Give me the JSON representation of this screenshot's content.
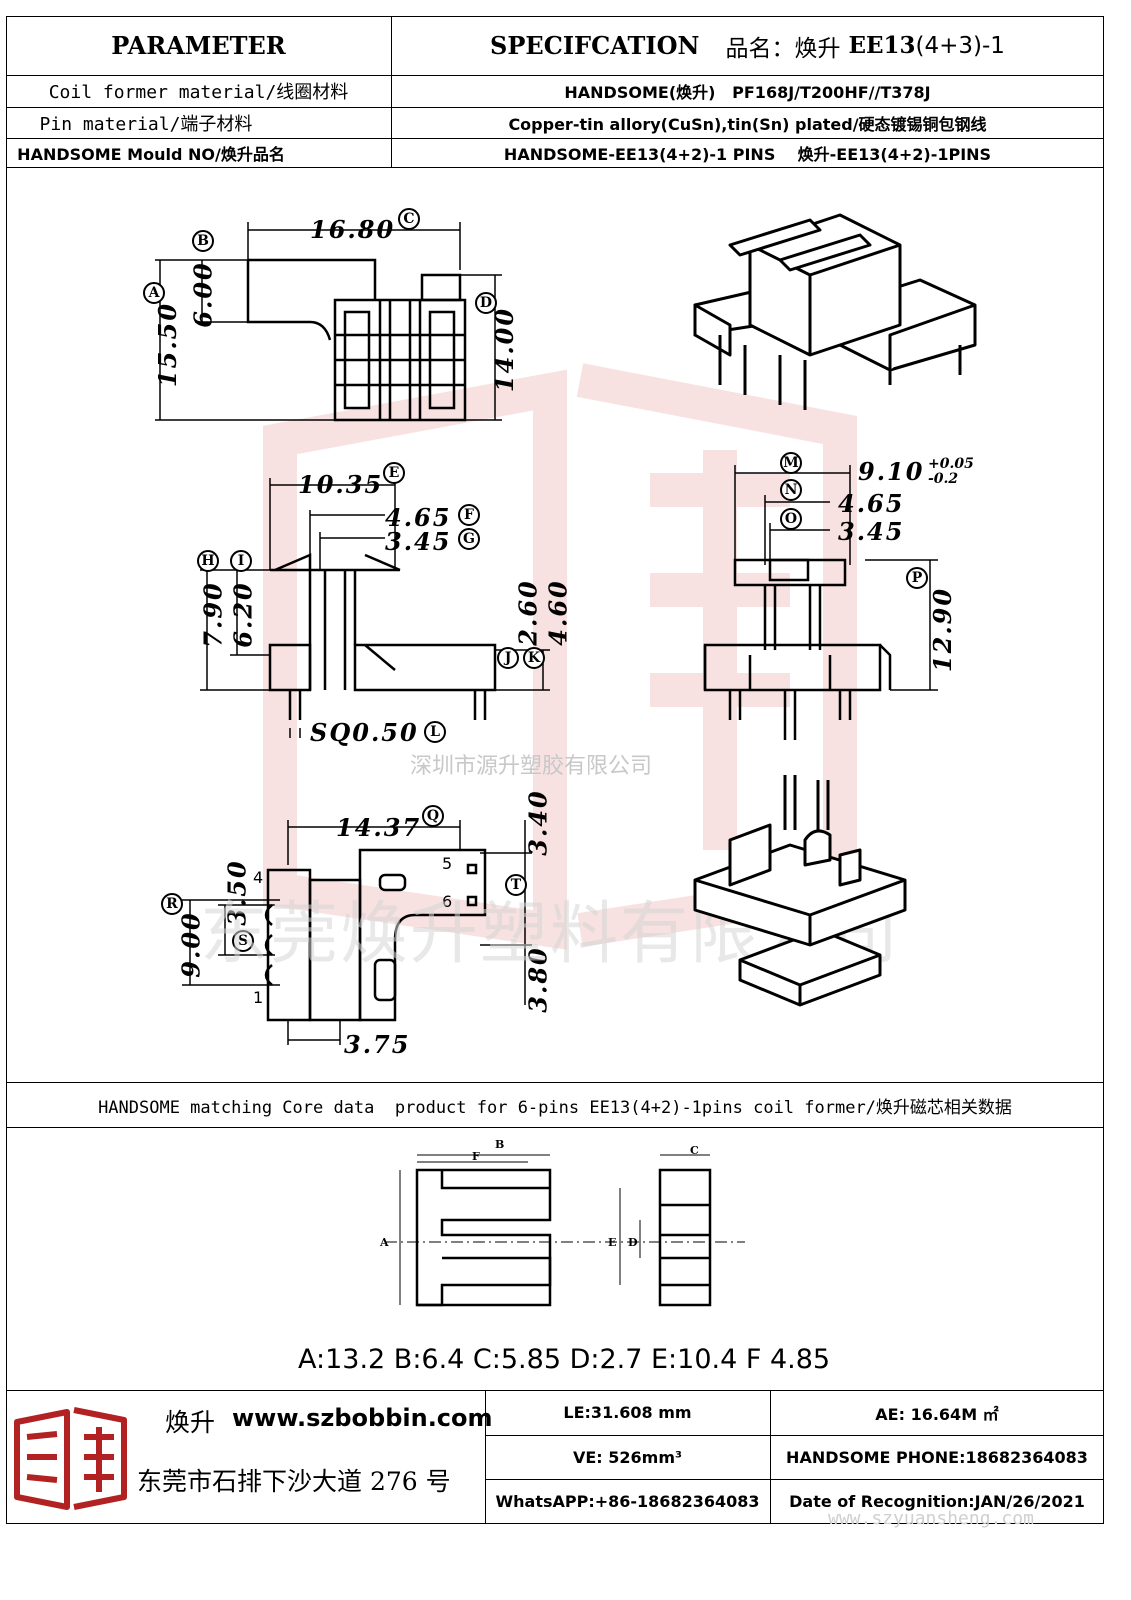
{
  "header": {
    "parameter": "PARAMETER",
    "specification": "SPECIFCATION",
    "product_name_label": "品名：焕升",
    "product_model": "EE13",
    "product_suffix": "(4+3)-1"
  },
  "spec_rows": [
    {
      "label": "Coil former material/线圈材料",
      "value": "HANDSOME(焕升)   PF168J/T200HF//T378J"
    },
    {
      "label": "Pin material/端子材料",
      "value": "Copper-tin allory(CuSn),tin(Sn) plated/硬态镀锡铜包钢线"
    },
    {
      "label": "HANDSOME Mould NO/焕升品名",
      "value": "HANDSOME-EE13(4+2)-1 PINS    焕升-EE13(4+2)-1PINS"
    }
  ],
  "drawing": {
    "dims": {
      "A": "15.50",
      "B": "6.00",
      "C": "16.80",
      "D": "14.00",
      "E": "10.35",
      "F": "4.65",
      "G": "3.45",
      "H": "7.90",
      "I": "6.20",
      "J": "2.60",
      "K": "4.60",
      "L": "SQ0.50",
      "M": "9.10",
      "M_tol_plus": "+0.05",
      "M_tol_minus": "-0.2",
      "N": "4.65",
      "O": "3.45",
      "P": "12.90",
      "Q": "14.37",
      "Q_side": "3.40",
      "R": "9.00",
      "S": "3.50",
      "T_bottom": "3.80",
      "bottom": "3.75"
    },
    "pin_numbers": [
      "4",
      "1",
      "5",
      "6"
    ],
    "watermark_company": "深圳市源升塑胶有限公司",
    "watermark_big": "东莞焕升塑料有限公司"
  },
  "core_section": {
    "title": "HANDSOME matching Core data  product for 6-pins EE13(4+2)-1pins coil former/焕升磁芯相关数据",
    "core_labels": [
      "A",
      "B",
      "C",
      "D",
      "E",
      "F"
    ],
    "values_line": "A:13.2 B:6.4 C:5.85 D:2.7 E:10.4 F 4.85"
  },
  "footer": {
    "brand": "焕升",
    "website": "www.szbobbin.com",
    "address": "东莞市石排下沙大道 276 号",
    "le": "LE:31.608 mm",
    "ae": "AE: 16.64M ㎡",
    "ve": "VE: 526mm³",
    "phone": "HANDSOME PHONE:18682364083",
    "whatsapp": "WhatsAPP:+86-18682364083",
    "date": "Date of Recognition:JAN/26/2021",
    "watermark_url": "www.szyuansheng.com"
  }
}
